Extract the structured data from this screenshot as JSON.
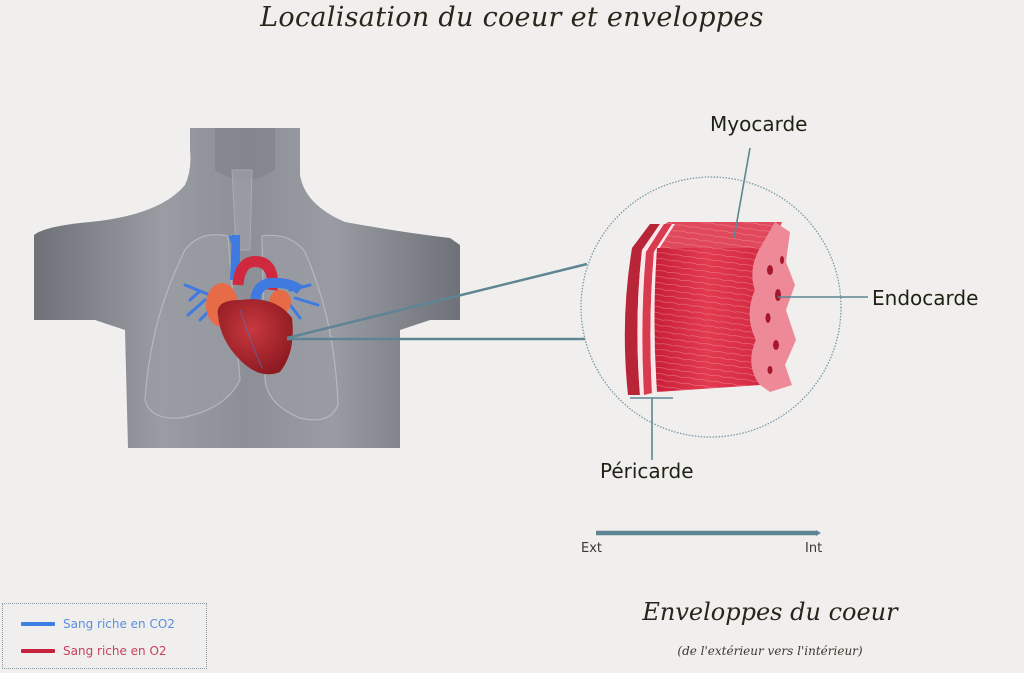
{
  "title": "Localisation du coeur et enveloppes",
  "labels": {
    "myocarde": "Myocarde",
    "endocarde": "Endocarde",
    "pericarde": "Péricarde"
  },
  "axis": {
    "start": "Ext",
    "end": "Int",
    "color": "#5e8593"
  },
  "subtitle": {
    "main": "Enveloppes du coeur",
    "note": "(de l'extérieur vers l'intérieur)"
  },
  "legend": {
    "items": [
      {
        "label": "Sang riche en CO2",
        "color": "#3d7fe0",
        "text_color": "#5b8fe0"
      },
      {
        "label": "Sang riche en O2",
        "color": "#c8203f",
        "text_color": "#c8405a"
      }
    ]
  },
  "colors": {
    "background": "#f0efed",
    "body": "#8a8c94",
    "leader_line": "#5e8593",
    "tissue": "#d8283e"
  }
}
